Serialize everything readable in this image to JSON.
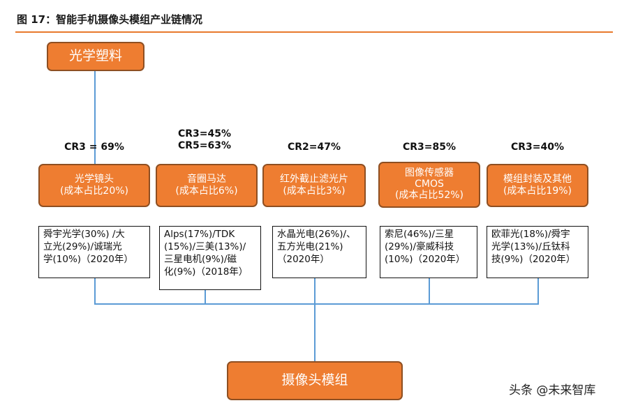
{
  "figure_title": "图 17：智能手机摄像头模组产业链情况",
  "top_node": "光学塑料",
  "bottom_node": "摄像头模组",
  "segments": [
    {
      "cr_lines": [
        "CR3 = 69%"
      ],
      "name": "光学镜头",
      "cost": "(成本占比20%)",
      "suppliers": [
        "舜宇光学(30%) /大",
        "立光(29%)/诚瑞光",
        "学(10%)（2020年）"
      ]
    },
    {
      "cr_lines": [
        "CR3=45%",
        "CR5=63%"
      ],
      "name": "音圈马达",
      "cost": "(成本占比6%)",
      "suppliers": [
        "Alps(17%)/TDK",
        "(15%)/三美(13%)/",
        "三星电机(9%)/磁",
        "化(9%)（2018年）"
      ]
    },
    {
      "cr_lines": [
        "CR2=47%"
      ],
      "name": "红外截止滤光片",
      "cost": "(成本占比3%)",
      "suppliers": [
        "水晶光电(26%)/、",
        "五方光电(21%)",
        "（2020年）"
      ]
    },
    {
      "cr_lines": [
        "CR3=85%"
      ],
      "name": "图像传感器",
      "name2": "CMOS",
      "cost": "(成本占比52%)",
      "suppliers": [
        "索尼(46%)/三星",
        "(29%)/豪威科技",
        "(10%)（2020年）"
      ]
    },
    {
      "cr_lines": [
        "CR3=40%"
      ],
      "name": "模组封装及其他",
      "cost": "(成本占比19%)",
      "suppliers": [
        "欧菲光(18%)/舜宇",
        "光学(13%)/丘钛科",
        "技(9%)（2020年）"
      ]
    }
  ],
  "watermark": "头条 @未来智库",
  "colors": {
    "node_fill": "#ee7d31",
    "connector": "#5b9bd5",
    "title_rule": "#e8792b"
  }
}
